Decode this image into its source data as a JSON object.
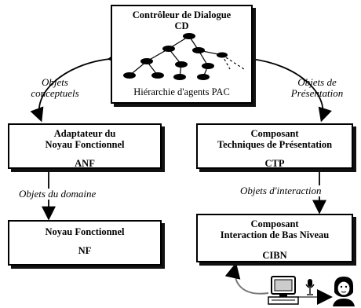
{
  "cd": {
    "title": "Contrôleur de Dialogue",
    "code": "CD",
    "caption": "Hiérarchie d'agents PAC"
  },
  "anf": {
    "line1": "Adaptateur du",
    "line2": "Noyau Fonctionnel",
    "code": "ANF"
  },
  "ctp": {
    "line1": "Composant",
    "line2": "Techniques de Présentation",
    "code": "CTP"
  },
  "nf": {
    "title": "Noyau Fonctionnel",
    "code": "NF"
  },
  "cibn": {
    "line1": "Composant",
    "line2": "Interaction de Bas Niveau",
    "code": "CIBN"
  },
  "labels": {
    "left_top_1": "Objets",
    "left_top_2": "conceptuels",
    "right_top_1": "Objets de",
    "right_top_2": "Présentation",
    "domain": "Objets du domaine",
    "interaction": "Objets d'interaction"
  },
  "icons": [
    "tree-graph-icon",
    "computer-icon",
    "microphone-icon",
    "user-icon"
  ]
}
